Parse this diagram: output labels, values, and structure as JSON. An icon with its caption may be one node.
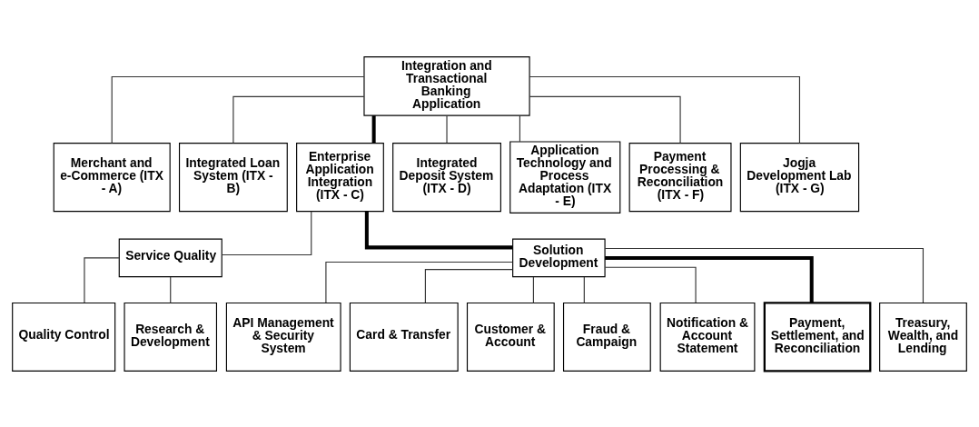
{
  "diagram": {
    "nodes": [
      {
        "text": [
          "Integration and Transactional Banking Application"
        ]
      },
      {
        "text": [
          "Merchant and e-Commerce (ITX - A)"
        ]
      },
      {
        "text": [
          "Integrated Loan System (ITX - B)"
        ]
      },
      {
        "text": [
          "Enterprise Application Integration (ITX - C)"
        ]
      },
      {
        "text": [
          "Integrated Deposit System (ITX - D)"
        ]
      },
      {
        "text": [
          "Application Technology and Process Adaptation (ITX - E)"
        ]
      },
      {
        "text": [
          "Payment Processing & Reconciliation (ITX - F)"
        ]
      },
      {
        "text": [
          "Jogja Development Lab (ITX - G)"
        ]
      },
      {
        "text": [
          "Service Quality"
        ]
      },
      {
        "text": [
          "Solution Development"
        ]
      },
      {
        "text": [
          "Quality Control"
        ]
      },
      {
        "text": [
          "Research & Development"
        ]
      },
      {
        "text": [
          "API Management & Security System"
        ]
      },
      {
        "text": [
          "Card & Transfer"
        ]
      },
      {
        "text": [
          "Customer & Account"
        ]
      },
      {
        "text": [
          "Fraud & Campaign"
        ]
      },
      {
        "text": [
          "Notification & Account Statement"
        ]
      },
      {
        "text": [
          "Payment, Settlement, and Reconciliation"
        ]
      },
      {
        "text": [
          "Treasury, Wealth, and Lending"
        ]
      }
    ],
    "edges": [
      {
        "from": 0,
        "to": 1,
        "arrow": "none"
      },
      {
        "from": 0,
        "to": 2,
        "arrow": "none"
      },
      {
        "from": 0,
        "to": 3,
        "arrow": "none",
        "style": "thick"
      },
      {
        "from": 0,
        "to": 4,
        "arrow": "none"
      },
      {
        "from": 0,
        "to": 5,
        "arrow": "none"
      },
      {
        "from": 0,
        "to": 6,
        "arrow": "none"
      },
      {
        "from": 0,
        "to": 7,
        "arrow": "none"
      },
      {
        "from": 3,
        "to": 8,
        "arrow": "none"
      },
      {
        "from": 3,
        "to": 9,
        "arrow": "none",
        "style": "thick"
      },
      {
        "from": 8,
        "to": 10,
        "arrow": "none"
      },
      {
        "from": 8,
        "to": 11,
        "arrow": "none"
      },
      {
        "from": 9,
        "to": 12,
        "arrow": "none"
      },
      {
        "from": 9,
        "to": 13,
        "arrow": "none"
      },
      {
        "from": 9,
        "to": 14,
        "arrow": "none"
      },
      {
        "from": 9,
        "to": 15,
        "arrow": "none"
      },
      {
        "from": 9,
        "to": 16,
        "arrow": "none"
      },
      {
        "from": 9,
        "to": 17,
        "arrow": "none",
        "style": "thick"
      },
      {
        "from": 9,
        "to": 18,
        "arrow": "none"
      }
    ]
  }
}
